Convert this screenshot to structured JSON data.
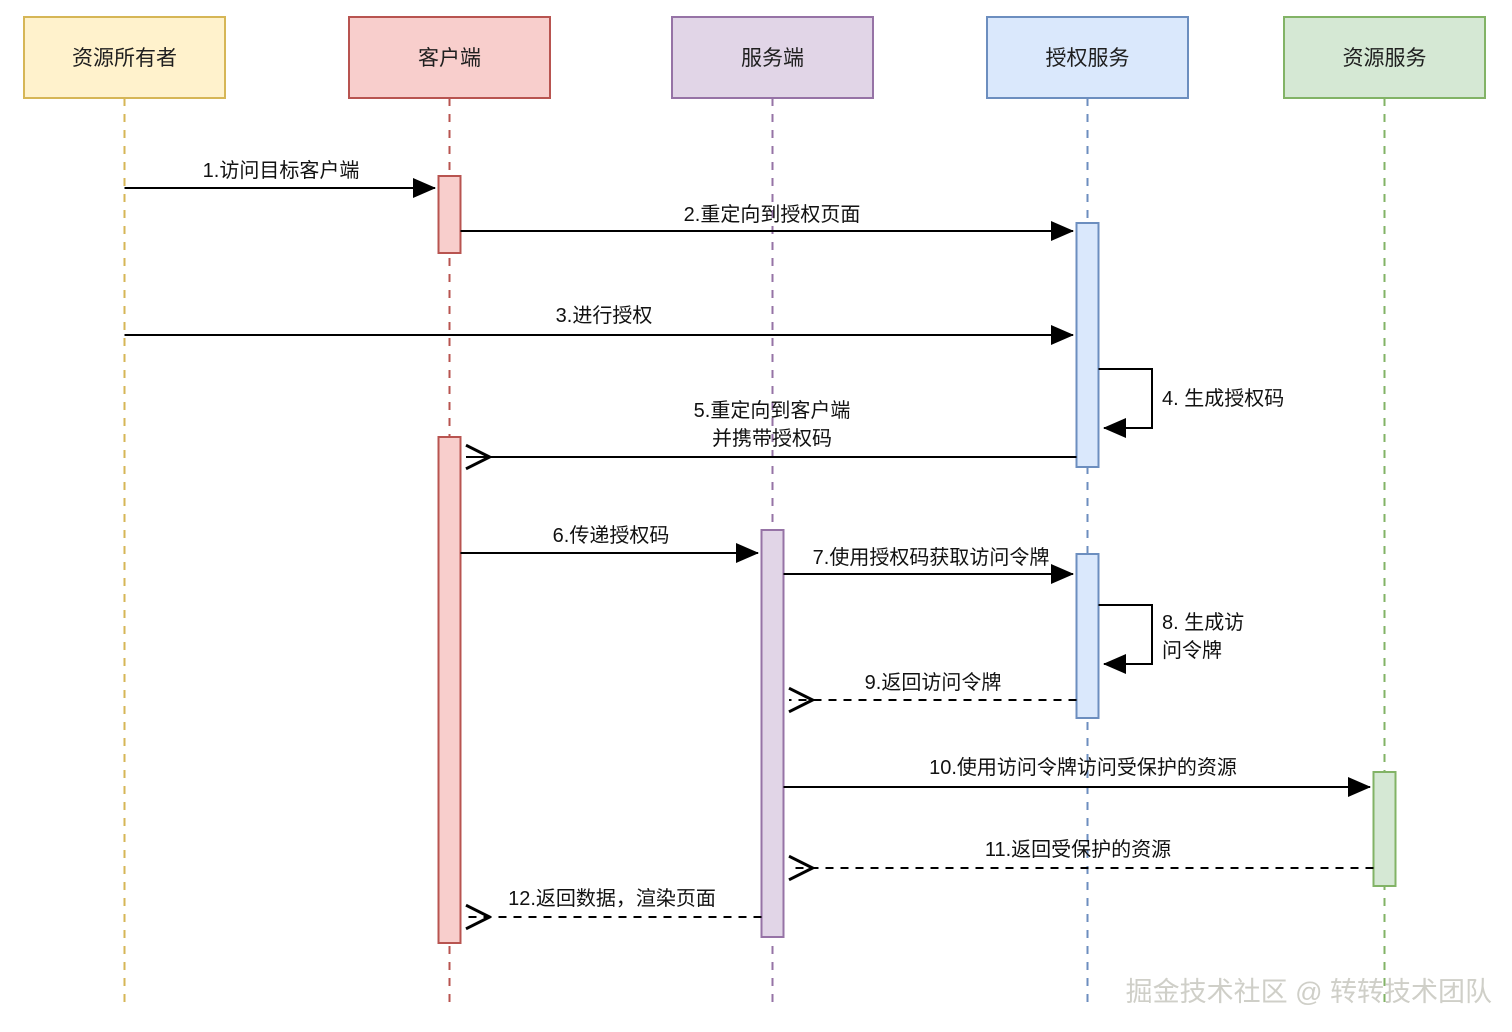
{
  "diagram": {
    "kind": "uml-sequence-diagram",
    "topic": "OAuth2 授权码模式流程",
    "actors": [
      {
        "id": "resource-owner",
        "name": "资源所有者",
        "fill": "#FFF2CC",
        "stroke": "#D6B656"
      },
      {
        "id": "client",
        "name": "客户端",
        "fill": "#F8CECC",
        "stroke": "#B85450"
      },
      {
        "id": "server",
        "name": "服务端",
        "fill": "#E1D5E7",
        "stroke": "#9673A6"
      },
      {
        "id": "auth-service",
        "name": "授权服务",
        "fill": "#DAE8FC",
        "stroke": "#6C8EBF"
      },
      {
        "id": "resource-service",
        "name": "资源服务",
        "fill": "#D5E8D4",
        "stroke": "#82B366"
      }
    ],
    "messages": [
      {
        "seq": 1,
        "label": "1.访问目标客户端",
        "from": "资源所有者",
        "to": "客户端",
        "line": "solid",
        "arrow": "filled"
      },
      {
        "seq": 2,
        "label": "2.重定向到授权页面",
        "from": "客户端",
        "to": "授权服务",
        "line": "solid",
        "arrow": "filled"
      },
      {
        "seq": 3,
        "label": "3.进行授权",
        "from": "资源所有者",
        "to": "授权服务",
        "line": "solid",
        "arrow": "filled"
      },
      {
        "seq": 4,
        "label": "4. 生成授权码",
        "from": "授权服务",
        "to": "授权服务",
        "line": "solid",
        "arrow": "filled",
        "self": true
      },
      {
        "seq": 5,
        "label": "5.重定向到客户端 并携带授权码",
        "lines": [
          "5.重定向到客户端",
          "并携带授权码"
        ],
        "from": "授权服务",
        "to": "客户端",
        "line": "solid",
        "arrow": "open"
      },
      {
        "seq": 6,
        "label": "6.传递授权码",
        "from": "客户端",
        "to": "服务端",
        "line": "solid",
        "arrow": "filled"
      },
      {
        "seq": 7,
        "label": "7.使用授权码获取访问令牌",
        "from": "服务端",
        "to": "授权服务",
        "line": "solid",
        "arrow": "filled"
      },
      {
        "seq": 8,
        "label": "8. 生成访问令牌",
        "lines": [
          "8. 生成访",
          "问令牌"
        ],
        "from": "授权服务",
        "to": "授权服务",
        "line": "solid",
        "arrow": "filled",
        "self": true
      },
      {
        "seq": 9,
        "label": "9.返回访问令牌",
        "from": "授权服务",
        "to": "服务端",
        "line": "dashed",
        "arrow": "open"
      },
      {
        "seq": 10,
        "label": "10.使用访问令牌访问受保护的资源",
        "from": "服务端",
        "to": "资源服务",
        "line": "solid",
        "arrow": "filled"
      },
      {
        "seq": 11,
        "label": "11.返回受保护的资源",
        "from": "资源服务",
        "to": "服务端",
        "line": "dashed",
        "arrow": "open"
      },
      {
        "seq": 12,
        "label": "12.返回数据，渲染页面",
        "from": "服务端",
        "to": "客户端",
        "line": "dashed",
        "arrow": "open"
      }
    ],
    "watermark": "掘金技术社区 @ 转转技术团队",
    "colors": {
      "message_line": "#000000",
      "message_text": "#111111",
      "background": "#ffffff",
      "watermark": "#cfcfc8"
    }
  }
}
